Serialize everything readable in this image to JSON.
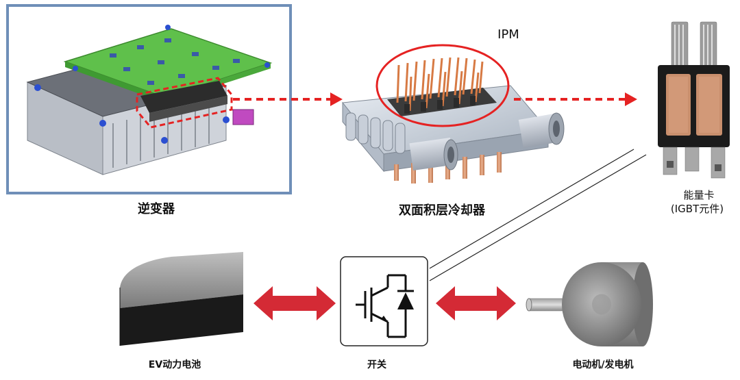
{
  "labels": {
    "inverter": "逆变器",
    "ipm": "IPM",
    "cooler": "双面积层冷却器",
    "power_card_line1": "能量卡",
    "power_card_line2": "(IGBT元件)",
    "battery": "EV动力电池",
    "switch": "开关",
    "motor": "电动机/发电机"
  },
  "colors": {
    "inverter_frame": "#6f8fb8",
    "highlight_dashed": "#e52222",
    "bidirectional_arrow": "#d42a35",
    "pcb_green": "#5fc04b"
  }
}
